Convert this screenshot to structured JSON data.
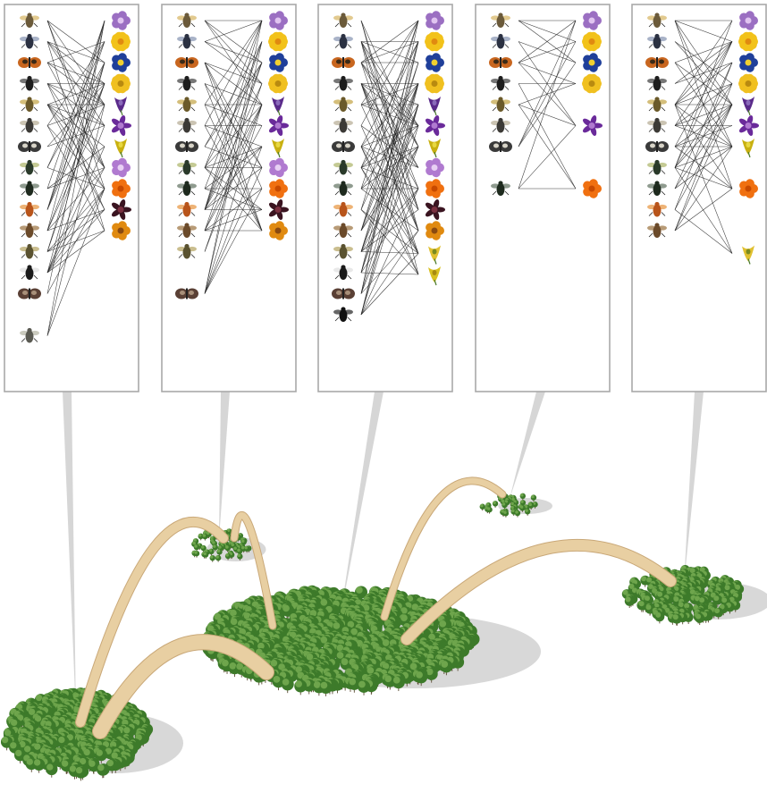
{
  "figure": {
    "networks": [
      {
        "id": "patch-1",
        "pollinators": 15,
        "plants": 11
      },
      {
        "id": "patch-2",
        "pollinators": 13,
        "plants": 11
      },
      {
        "id": "patch-3",
        "pollinators": 15,
        "plants": 13
      },
      {
        "id": "patch-4",
        "pollinators": 8,
        "plants": 6
      },
      {
        "id": "patch-5",
        "pollinators": 11,
        "plants": 9
      }
    ],
    "colors": {
      "link": "#222222",
      "panel_border": "#a9a9a9",
      "pointer": "#d6d6d6",
      "tree_canopy": "#3d7a2a",
      "tree_highlight": "#7bb055",
      "bridge": "#e8cfa2",
      "shadow": "#b8b8b8"
    },
    "icons": {
      "pollinators": [
        "bee-icon",
        "fly-icon",
        "butterfly-icon",
        "beetle-icon",
        "bumblebee-icon",
        "hoverfly-icon",
        "moth-icon",
        "wasp-icon",
        "weevil-icon",
        "orange-bee-icon",
        "brown-beetle-icon",
        "small-fly-icon",
        "black-bee-icon",
        "moth-dark-icon",
        "dark-beetle-icon",
        "grey-fly-icon"
      ],
      "plants": [
        "purple-flower-icon",
        "yellow-daisy-icon",
        "blue-flower-icon",
        "yellow-flower-icon",
        "violet-iris-icon",
        "purple-star-flower-icon",
        "yellow-snapdragon-icon",
        "morning-glory-icon",
        "orange-poppy-icon",
        "dark-star-flower-icon",
        "orange-cluster-flower-icon",
        "yellow-trumpet-icon",
        "yellow-pouch-flower-icon"
      ]
    }
  }
}
